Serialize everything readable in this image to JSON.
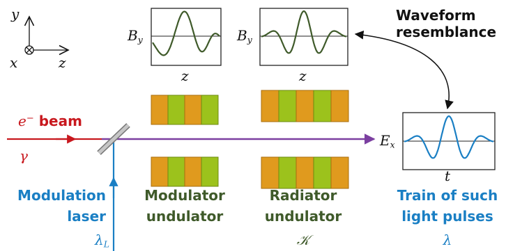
{
  "axes": {
    "y_label": "y",
    "x_label": "x",
    "z_label": "z"
  },
  "plots": {
    "modulator_field": {
      "ylabel_base": "B",
      "ylabel_sub": "y",
      "xlabel": "z"
    },
    "radiator_field": {
      "ylabel_base": "B",
      "ylabel_sub": "y",
      "xlabel": "z"
    },
    "output_field": {
      "ylabel_base": "E",
      "ylabel_sub": "x",
      "xlabel": "t"
    }
  },
  "annotation": {
    "line1": "Waveform",
    "line2": "resemblance"
  },
  "beam": {
    "symbol_base": "e",
    "symbol_sup": "−",
    "label": "beam",
    "gamma": "γ"
  },
  "laser": {
    "line1": "Modulation",
    "line2": "laser",
    "symbol_base": "λ",
    "symbol_sub": "L"
  },
  "modulator": {
    "line1": "Modulator",
    "line2": "undulator"
  },
  "radiator": {
    "line1": "Radiator",
    "line2": "undulator",
    "symbol": "𝒦"
  },
  "output": {
    "line1": "Train of such",
    "line2": "light pulses",
    "symbol": "λ"
  },
  "colors": {
    "beam": "#c8181e",
    "laser": "#1a7fc4",
    "photon": "#7b3fa0",
    "magnet_orange": "#e09a1e",
    "magnet_green": "#9cc21c",
    "wave_green": "#3f5a2a",
    "wave_blue": "#1a7fc4"
  }
}
